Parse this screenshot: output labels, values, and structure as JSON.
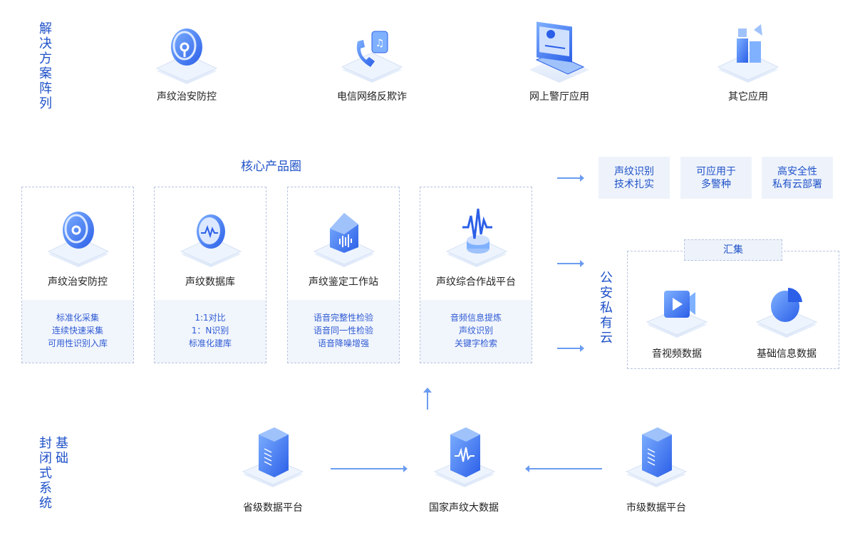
{
  "solutions": {
    "heading": "解决方案阵列",
    "items": [
      {
        "label": "声纹治安防控",
        "icon": "fingerprint-shield-icon"
      },
      {
        "label": "电信网络反欺诈",
        "icon": "phone-icon"
      },
      {
        "label": "网上警厅应用",
        "icon": "laptop-icon"
      },
      {
        "label": "其它应用",
        "icon": "blocks-icon"
      }
    ]
  },
  "core": {
    "title": "核心产品圈",
    "cards": [
      {
        "title": "声纹治安防控",
        "icon": "fingerprint-shield-icon",
        "lines": [
          "标准化采集",
          "连续快速采集",
          "可用性识别入库"
        ]
      },
      {
        "title": "声纹数据库",
        "icon": "voiceprint-disc-icon",
        "lines": [
          "1:1对比",
          "1：N识别",
          "标准化建库"
        ]
      },
      {
        "title": "声纹鉴定工作站",
        "icon": "house-waveform-icon",
        "lines": [
          "语音完整性检验",
          "语音同一性检验",
          "语音降噪增强"
        ]
      },
      {
        "title": "声纹综合作战平台",
        "icon": "waveform-platform-icon",
        "lines": [
          "音频信息提炼",
          "声纹识别",
          "关键字检索"
        ]
      }
    ]
  },
  "features": [
    {
      "line1": "声纹识别",
      "line2": "技术扎实"
    },
    {
      "line1": "可应用于",
      "line2": "多警种"
    },
    {
      "line1": "高安全性",
      "line2": "私有云部署"
    }
  ],
  "cloud": {
    "label": "公安私有云",
    "collect": "汇集",
    "items": [
      {
        "label": "音视频数据",
        "icon": "video-icon"
      },
      {
        "label": "基础信息数据",
        "icon": "pie-chart-icon"
      }
    ]
  },
  "base": {
    "heading_col1": "基础",
    "heading_col2": "封闭式系统",
    "items": [
      {
        "label": "省级数据平台",
        "icon": "server-icon"
      },
      {
        "label": "国家声纹大数据",
        "icon": "server-waveform-icon"
      },
      {
        "label": "市级数据平台",
        "icon": "server-icon"
      }
    ]
  },
  "colors": {
    "accent": "#1f52c8",
    "icon_blue": "#2f6ff0",
    "panel": "#eef3fb",
    "arrow": "#6b9cf0"
  }
}
